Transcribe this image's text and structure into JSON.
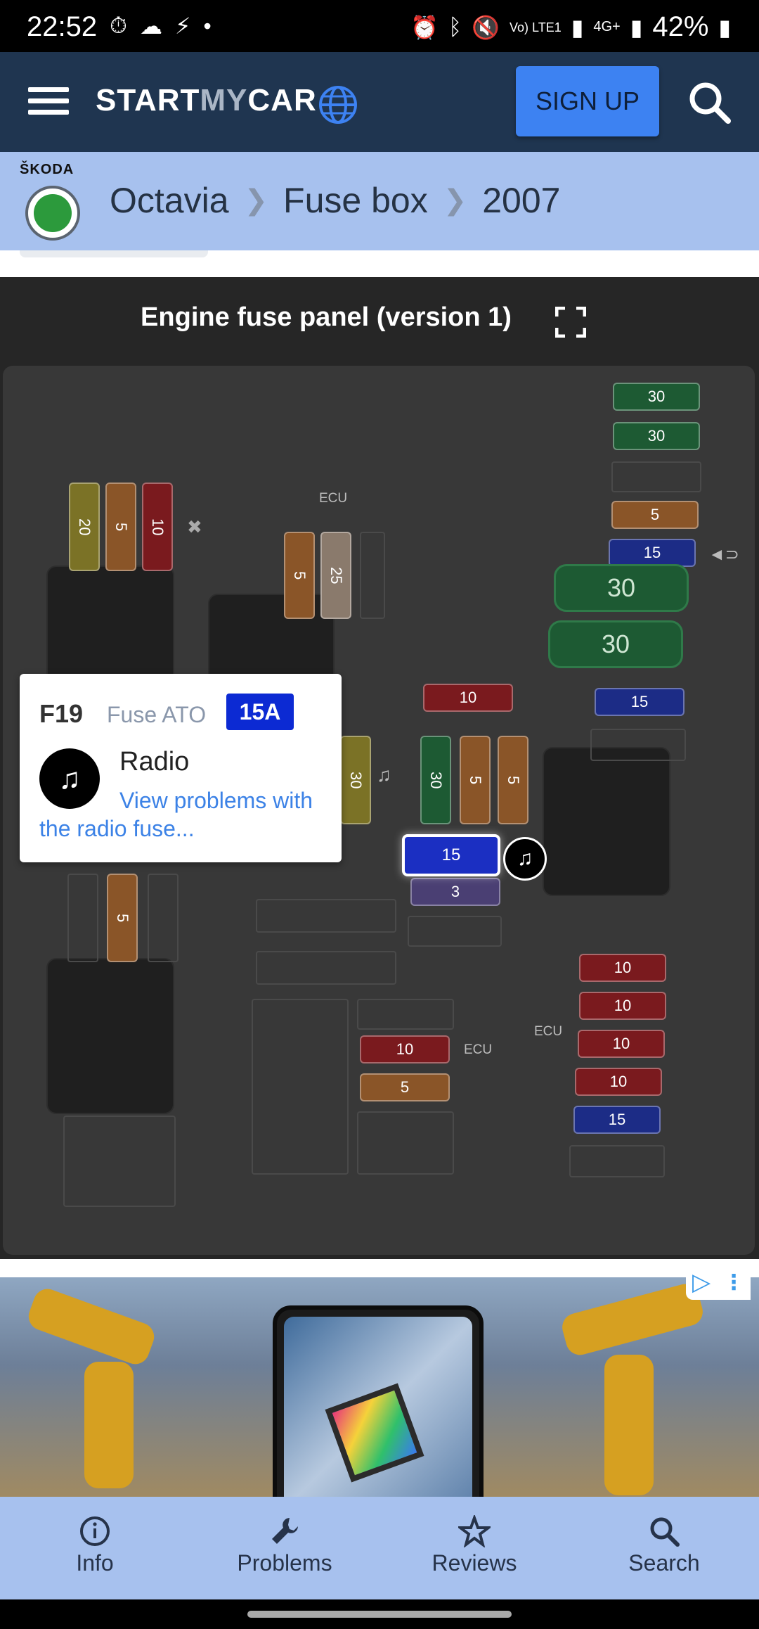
{
  "status_bar": {
    "time": "22:52",
    "battery": "42%",
    "network_label": "4G+",
    "volte": "Vo) LTE1"
  },
  "header": {
    "logo_start": "START",
    "logo_my": "MY",
    "logo_car": "CAR",
    "signup_label": "SIGN UP",
    "accent_color": "#3d82f2"
  },
  "breadcrumb": {
    "brand": "ŠKODA",
    "items": [
      "Octavia",
      "Fuse box",
      "2007"
    ]
  },
  "panel": {
    "title": "Engine fuse panel (version 1)",
    "ecu_label": "ECU"
  },
  "fuses": {
    "top_left": [
      "20",
      "5",
      "10"
    ],
    "center_top": [
      "5",
      "25"
    ],
    "right_column_top": [
      "30",
      "30",
      "5",
      "15"
    ],
    "maxi": [
      "30",
      "30"
    ],
    "right_mid": "15",
    "center_mid": [
      "10",
      "30",
      "5",
      "5"
    ],
    "left_mid": "30",
    "highlighted": "15",
    "below_highlight": "3",
    "left_lower": "5",
    "bottom_center": [
      "10",
      "5"
    ],
    "right_bottom": [
      "10",
      "10",
      "10",
      "10",
      "15"
    ]
  },
  "popup": {
    "id": "F19",
    "type": "Fuse ATO",
    "amperage": "15A",
    "name": "Radio",
    "link": "View problems with the radio fuse..."
  },
  "bottom_nav": {
    "items": [
      "Info",
      "Problems",
      "Reviews",
      "Search"
    ]
  }
}
